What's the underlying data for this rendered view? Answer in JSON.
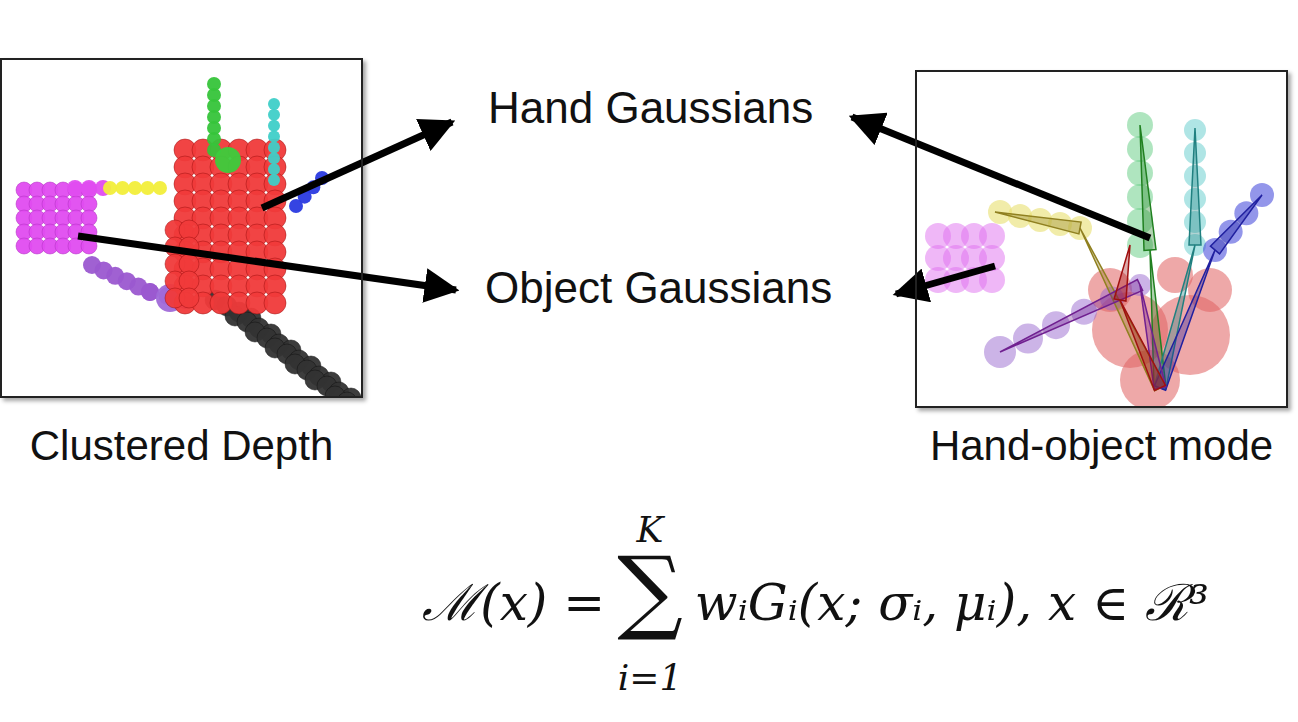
{
  "diagram": {
    "nodes": [
      {
        "text": [
          "Clustered Depth"
        ]
      },
      {
        "text": [
          "Hand-object mode"
        ]
      }
    ],
    "labels": [
      "Hand Gaussians",
      "Object Gaussians",
      "K",
      "ℳ(x) =",
      "∑",
      "i=1",
      "wᵢGᵢ(x; σᵢ, μᵢ), x ∈ ℛ³"
    ]
  }
}
